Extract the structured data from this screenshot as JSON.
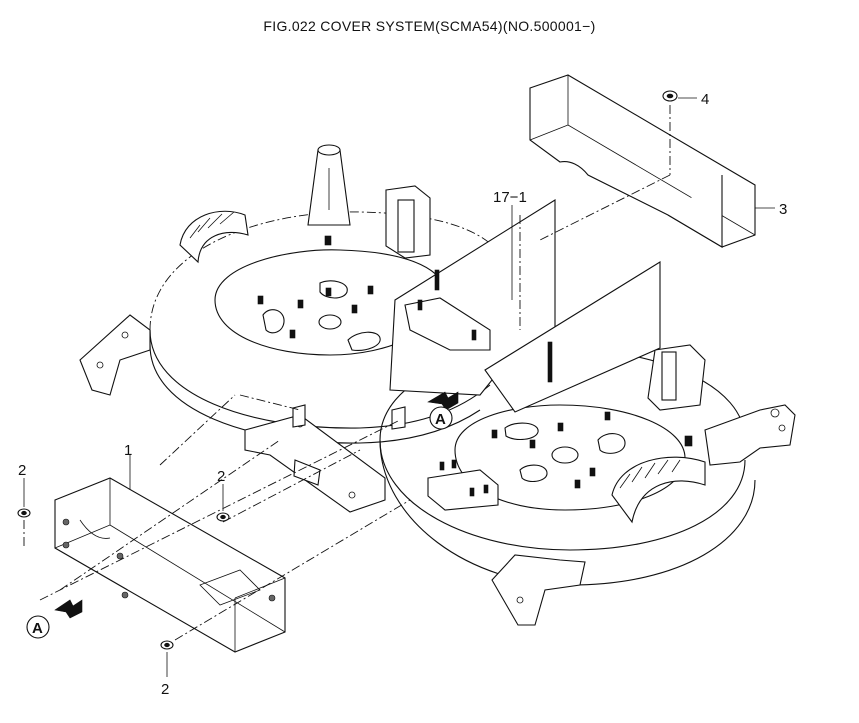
{
  "figure": {
    "title": "FIG.022   COVER SYSTEM(SCMA54)(NO.500001−)"
  },
  "callouts": {
    "part_1": "1",
    "part_2a": "2",
    "part_2b": "2",
    "part_2c": "2",
    "part_3": "3",
    "part_4": "4",
    "part_17_1": "17−1",
    "view_a1": "A",
    "view_a2": "A"
  }
}
